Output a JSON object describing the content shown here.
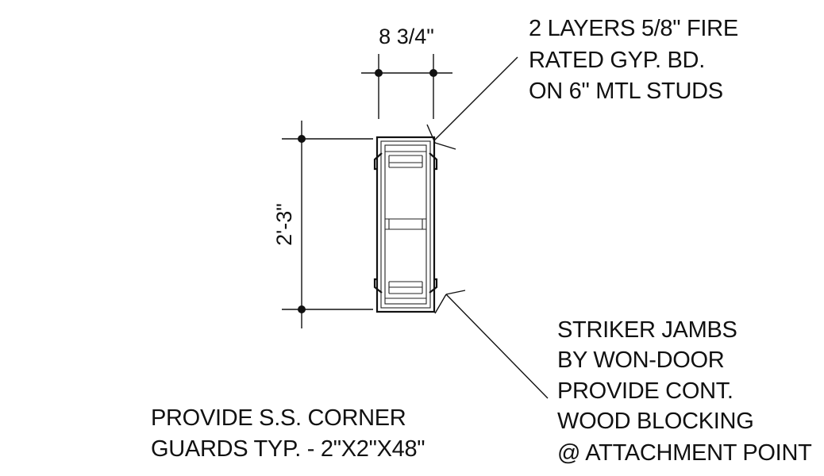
{
  "dimensions": {
    "width_label": "8 3/4\"",
    "height_label": "2'-3\""
  },
  "notes": {
    "gyp_board": [
      "2 LAYERS 5/8\" FIRE",
      "RATED GYP. BD.",
      "ON 6\" MTL STUDS"
    ],
    "striker_jambs": [
      "STRIKER JAMBS",
      "BY WON-DOOR",
      "PROVIDE CONT.",
      "WOOD BLOCKING",
      "@ ATTACHMENT POINT"
    ],
    "corner_guards": [
      "PROVIDE S.S. CORNER",
      "GUARDS TYP. - 2\"X2\"X48\""
    ]
  }
}
